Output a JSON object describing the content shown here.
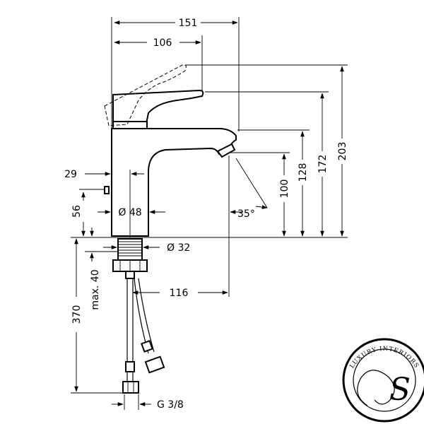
{
  "dimensions": {
    "width_total": "151",
    "width_handle": "106",
    "offset_29": "29",
    "diameter_48": "Ø 48",
    "diameter_32": "Ø 32",
    "height_56": "56",
    "height_100": "100",
    "height_128": "128",
    "height_172": "172",
    "height_203": "203",
    "angle_35": "35°",
    "spout_reach_116": "116",
    "max_40": "max. 40",
    "hose_370": "370",
    "thread": "G 3/8"
  },
  "logo": {
    "ring_text": "LUXURY INTERIORS",
    "monogram": "S"
  }
}
